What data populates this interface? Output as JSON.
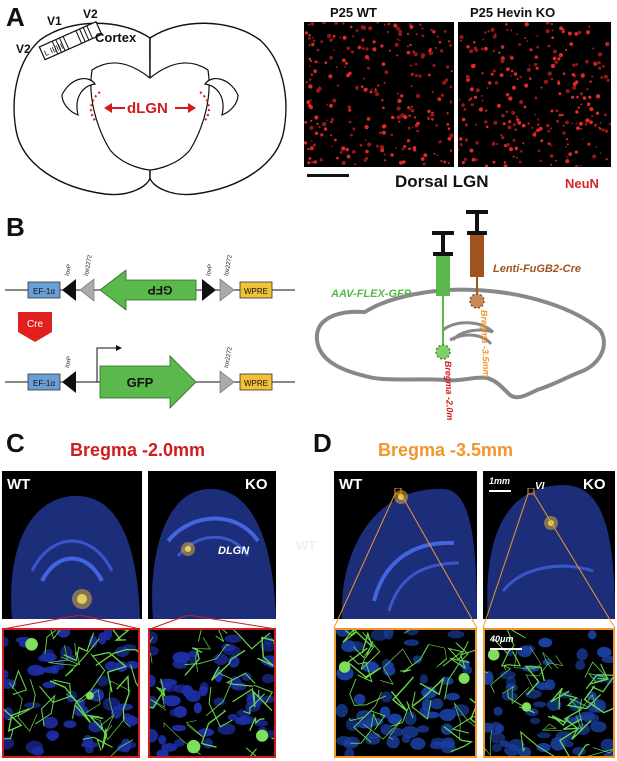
{
  "panels": {
    "A": {
      "letter": "A",
      "brain_labels": {
        "v1": "V1",
        "v2_top": "V2",
        "v2_left": "V2",
        "cortex": "Cortex",
        "layers": "L II/III",
        "dlgn": "dLGN"
      },
      "micro_titles": {
        "wt": "P25 WT",
        "ko": "P25 Hevin KO"
      },
      "caption": "Dorsal LGN",
      "stain": "NeuN"
    },
    "B": {
      "letter": "B",
      "construct": {
        "promoter": "EF-1α",
        "loxp": "loxP",
        "lox2272": "lox2272",
        "wpre": "WPRE",
        "gene": "GFP",
        "recombinase": "Cre"
      },
      "injection": {
        "aav": "AAV-FLEX-GFP",
        "lenti": "Lenti-FuGB2-Cre",
        "bregma_a": "Bregma -2.0mm",
        "bregma_b": "Bregma -3.5mm"
      }
    },
    "C": {
      "letter": "C",
      "title": "Bregma -2.0mm",
      "wt": "WT",
      "ko": "KO",
      "region": "DLGN",
      "watermark": "WT"
    },
    "D": {
      "letter": "D",
      "title": "Bregma -3.5mm",
      "wt": "WT",
      "ko": "KO",
      "scale_top": "1mm",
      "region": "VI",
      "scale_bottom": "40μm"
    }
  },
  "colors": {
    "red": "#d01c1c",
    "green": "#55b848",
    "brown": "#a0521f",
    "orange": "#f0962a",
    "blue": "#2a3f9e",
    "neun": "#d8232a"
  }
}
